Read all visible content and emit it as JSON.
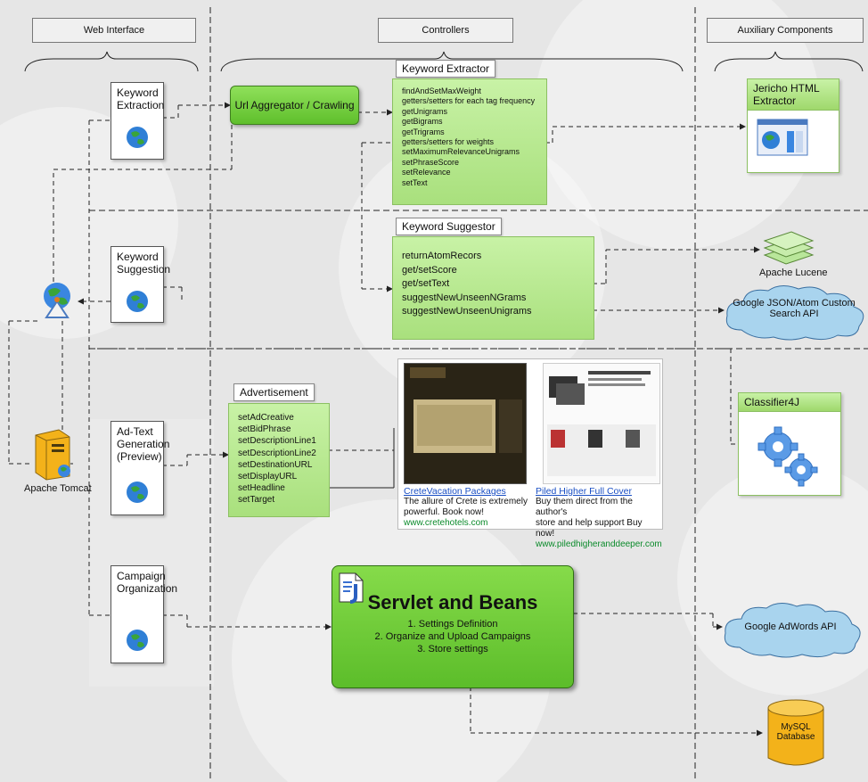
{
  "headers": {
    "web_interface": "Web Interface",
    "controllers": "Controllers",
    "auxiliary": "Auxiliary Components"
  },
  "web": {
    "keyword_extraction": "Keyword\nExtraction",
    "keyword_suggestion": "Keyword\nSuggestion",
    "ad_text": "Ad-Text\nGeneration\n(Preview)",
    "campaign": "Campaign\nOrganization",
    "tomcat": "Apache Tomcat"
  },
  "controllers": {
    "url_aggregator": "Url Aggregator / Crawling",
    "extractor_label": "Keyword Extractor",
    "extractor_methods": [
      "findAndSetMaxWeight",
      "getters/setters for each tag frequency",
      "getUnigrams",
      "getBigrams",
      "getTrigrams",
      "getters/setters for weights",
      "setMaximumRelevanceUnigrams",
      "setPhraseScore",
      "setRelevance",
      "setText"
    ],
    "suggestor_label": "Keyword Suggestor",
    "suggestor_methods": [
      "returnAtomRecors",
      "get/setScore",
      "get/setText",
      "suggestNewUnseenNGrams",
      "suggestNewUnseenUnigrams"
    ],
    "ad_label": "Advertisement",
    "ad_methods": [
      "setAdCreative",
      "setBidPhrase",
      "setDescriptionLine1",
      "setDescriptionLine2",
      "setDestinationURL",
      "setDisplayURL",
      "setHeadline",
      "setTarget"
    ],
    "servlet_title": "Servlet and Beans",
    "servlet_items": [
      "1. Settings Definition",
      "2.  Organize and Upload Campaigns",
      "3. Store settings"
    ]
  },
  "ads": [
    {
      "title": "CreteVacation Packages",
      "desc1": "The allure of Crete is extremely",
      "desc2": "powerful. Book now!",
      "url": "www.cretehotels.com"
    },
    {
      "title": "Piled Higher Full Cover",
      "desc1": "Buy them direct from the author's",
      "desc2": "store and help support Buy now!",
      "url": "www.piledhigheranddeeper.com"
    }
  ],
  "auxiliary": {
    "jericho": "Jericho HTML\nExtractor",
    "lucene": "Apache Lucene",
    "google_search": "Google JSON/Atom Custom\nSearch API",
    "classifier": "Classifier4J",
    "adwords": "Google AdWords API",
    "mysql": "MySQL\nDatabase"
  },
  "colors": {
    "green": "#7ed23a",
    "light_green": "#b5e98d",
    "cloud": "#a9d4ee",
    "link": "#1a4fc4",
    "url": "#0a8a2a"
  }
}
